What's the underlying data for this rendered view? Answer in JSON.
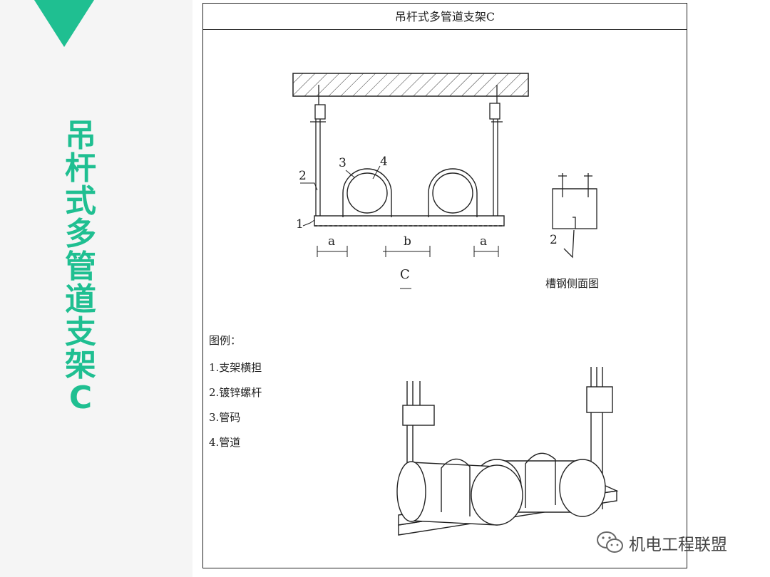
{
  "title_vertical": "吊杆式多管道支架C",
  "title_chars": [
    "吊",
    "杆",
    "式",
    "多",
    "管",
    "道",
    "支",
    "架",
    "C"
  ],
  "sheet": {
    "header": "吊杆式多管道支架C",
    "labels": {
      "n1": "1",
      "n2": "2",
      "n3": "3",
      "n4": "4",
      "dim_a_left": "a",
      "dim_b": "b",
      "dim_a_right": "a",
      "view": "C",
      "side_n2": "2",
      "side_caption": "槽钢侧面图"
    },
    "legend": {
      "title": "图例：",
      "items": [
        "1.支架横担",
        "2.镀锌螺杆",
        "3.管码",
        "4.管道"
      ]
    }
  },
  "watermark": {
    "text": "机电工程联盟",
    "icon": "wechat-icon"
  },
  "colors": {
    "accent": "#1fbf91",
    "ink": "#222222"
  }
}
